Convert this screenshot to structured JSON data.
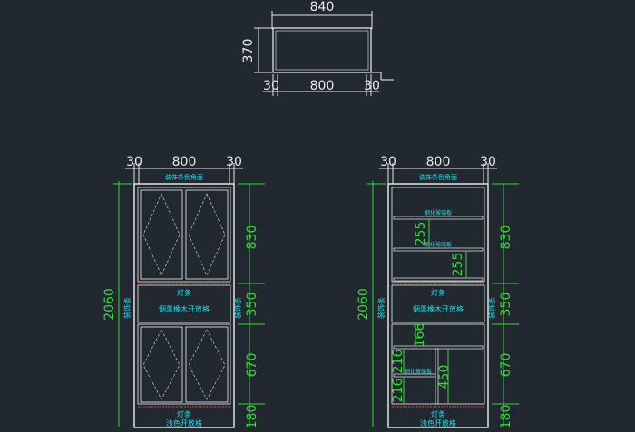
{
  "top_view": {
    "overall_width": "840",
    "depth": "370",
    "side_left": "30",
    "inner_width": "800",
    "side_right": "30"
  },
  "left_elevation": {
    "side_left": "30",
    "inner_width": "800",
    "side_right": "30",
    "top_label": "装饰条倒角面",
    "total_height": "2060",
    "seg_upper": "830",
    "seg_middle": "350",
    "seg_lower": "670",
    "seg_base": "180",
    "light_mid": "灯条",
    "open_mid": "烟熏橡木开放格",
    "light_bottom": "灯条",
    "open_bottom": "浅色开放格",
    "side_text": "装饰条",
    "side_text_r": "装饰条"
  },
  "right_elevation": {
    "side_left": "30",
    "inner_width": "800",
    "side_right": "30",
    "top_label": "装饰条倒角面",
    "total_height": "2060",
    "seg_upper": "830",
    "seg_middle": "350",
    "seg_lower": "670",
    "seg_base": "180",
    "shelf_gap_1": "255",
    "shelf_gap_2": "255",
    "gap_166": "166",
    "gap_216_a": "216",
    "gap_216_b": "216",
    "gap_450": "450",
    "shelf_label_1": "钢化玻璃板",
    "shelf_label_2": "钢化玻璃板",
    "shelf_label_3": "钢化玻璃板",
    "light_mid": "灯条",
    "open_mid": "烟熏橡木开放格",
    "light_bottom": "灯条",
    "open_bottom": "浅色开放格",
    "side_text": "装饰条",
    "side_text_r": "装饰条"
  }
}
